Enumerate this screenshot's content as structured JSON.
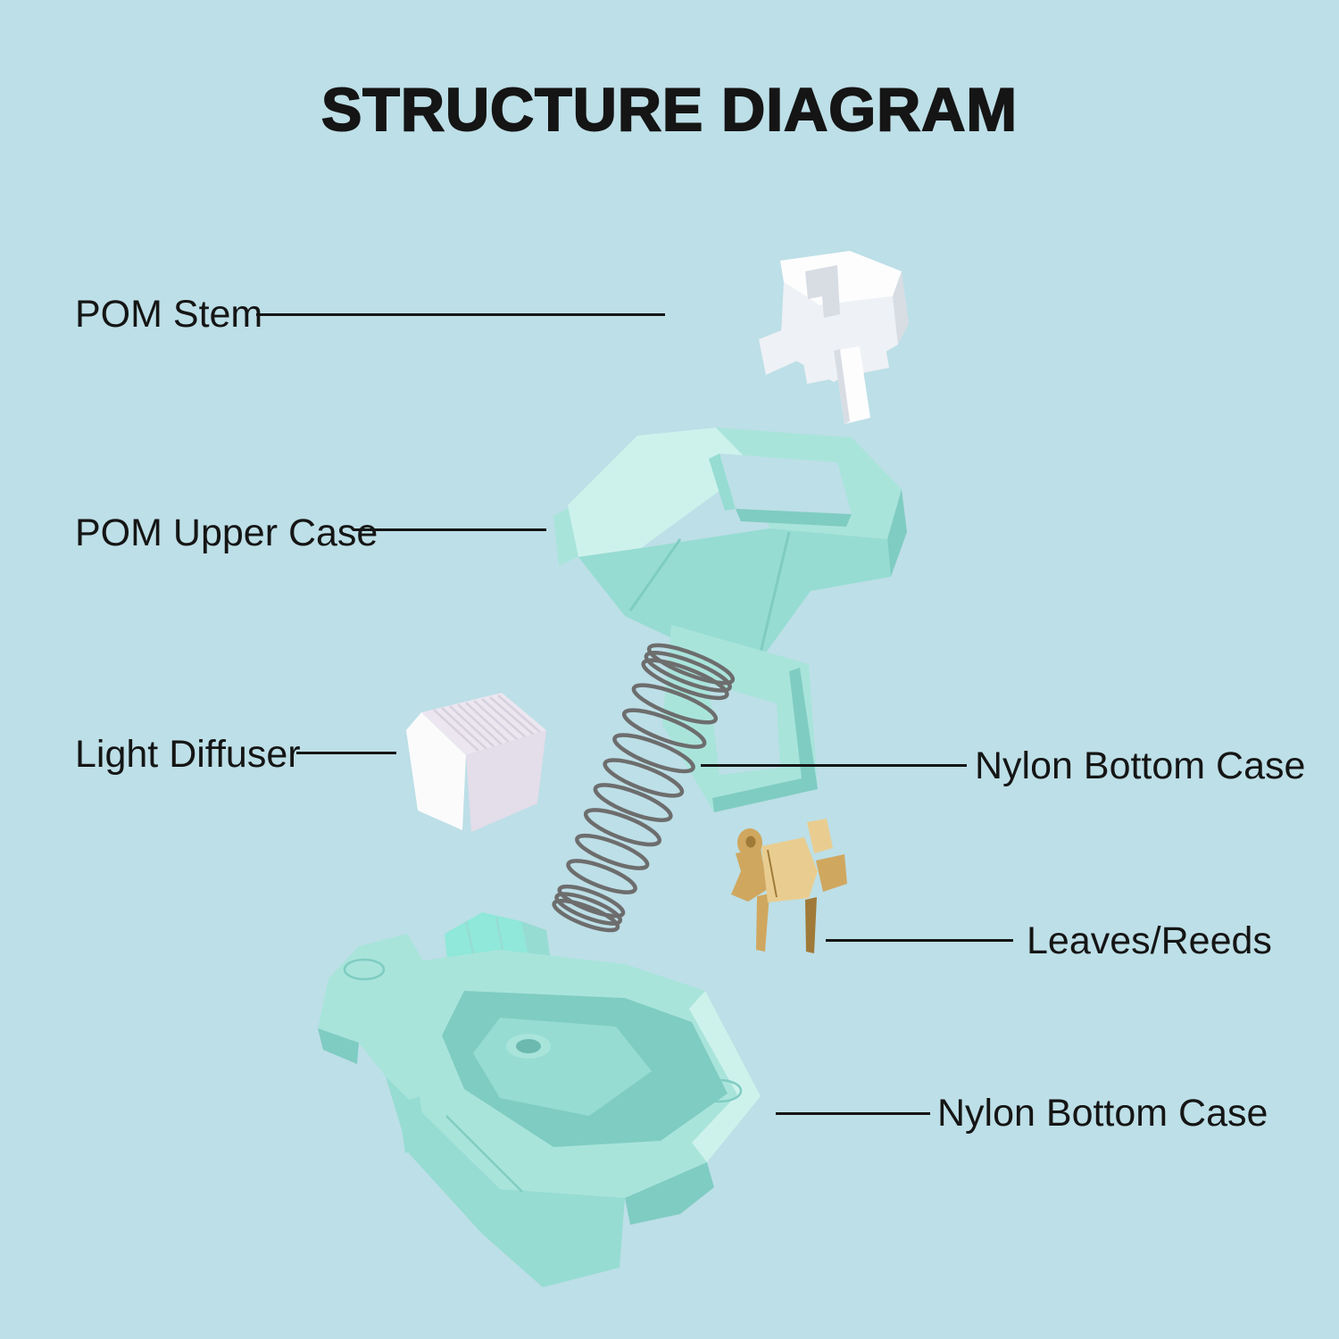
{
  "title": "STRUCTURE DIAGRAM",
  "callouts": [
    {
      "label": "POM Stem"
    },
    {
      "label": "POM Upper Case"
    },
    {
      "label": "Light Diffuser"
    },
    {
      "label": "Nylon Bottom Case"
    },
    {
      "label": "Leaves/Reeds"
    },
    {
      "label": "Nylon Bottom Case"
    }
  ],
  "parts": [
    {
      "name": "pom-stem"
    },
    {
      "name": "pom-upper-case"
    },
    {
      "name": "light-diffuser"
    },
    {
      "name": "coil-spring"
    },
    {
      "name": "leaves-reeds"
    },
    {
      "name": "nylon-bottom-case"
    }
  ],
  "colors": {
    "bg": "#bddfe7",
    "ink": "#151515",
    "mint": "#a9e4db",
    "mint_light": "#cdf2ec",
    "mint_mid": "#96dcd2",
    "mint_dark": "#7fccc2",
    "mint_deep": "#6cb9b0",
    "mint_bright": "#8fe8d9",
    "white_hi": "#fdfdfe",
    "white_mid": "#eef1f5",
    "white_lo": "#d8dde4",
    "diffuser_top": "#ece6f0",
    "diffuser_front": "#e4ddea",
    "diffuser_side": "#fbfbfc",
    "diffuser_rib": "#d7d0de",
    "spring": "#6d6d6d",
    "brass": "#d0a75f",
    "brass_hi": "#e9cd90",
    "brass_lo": "#a07a38"
  }
}
